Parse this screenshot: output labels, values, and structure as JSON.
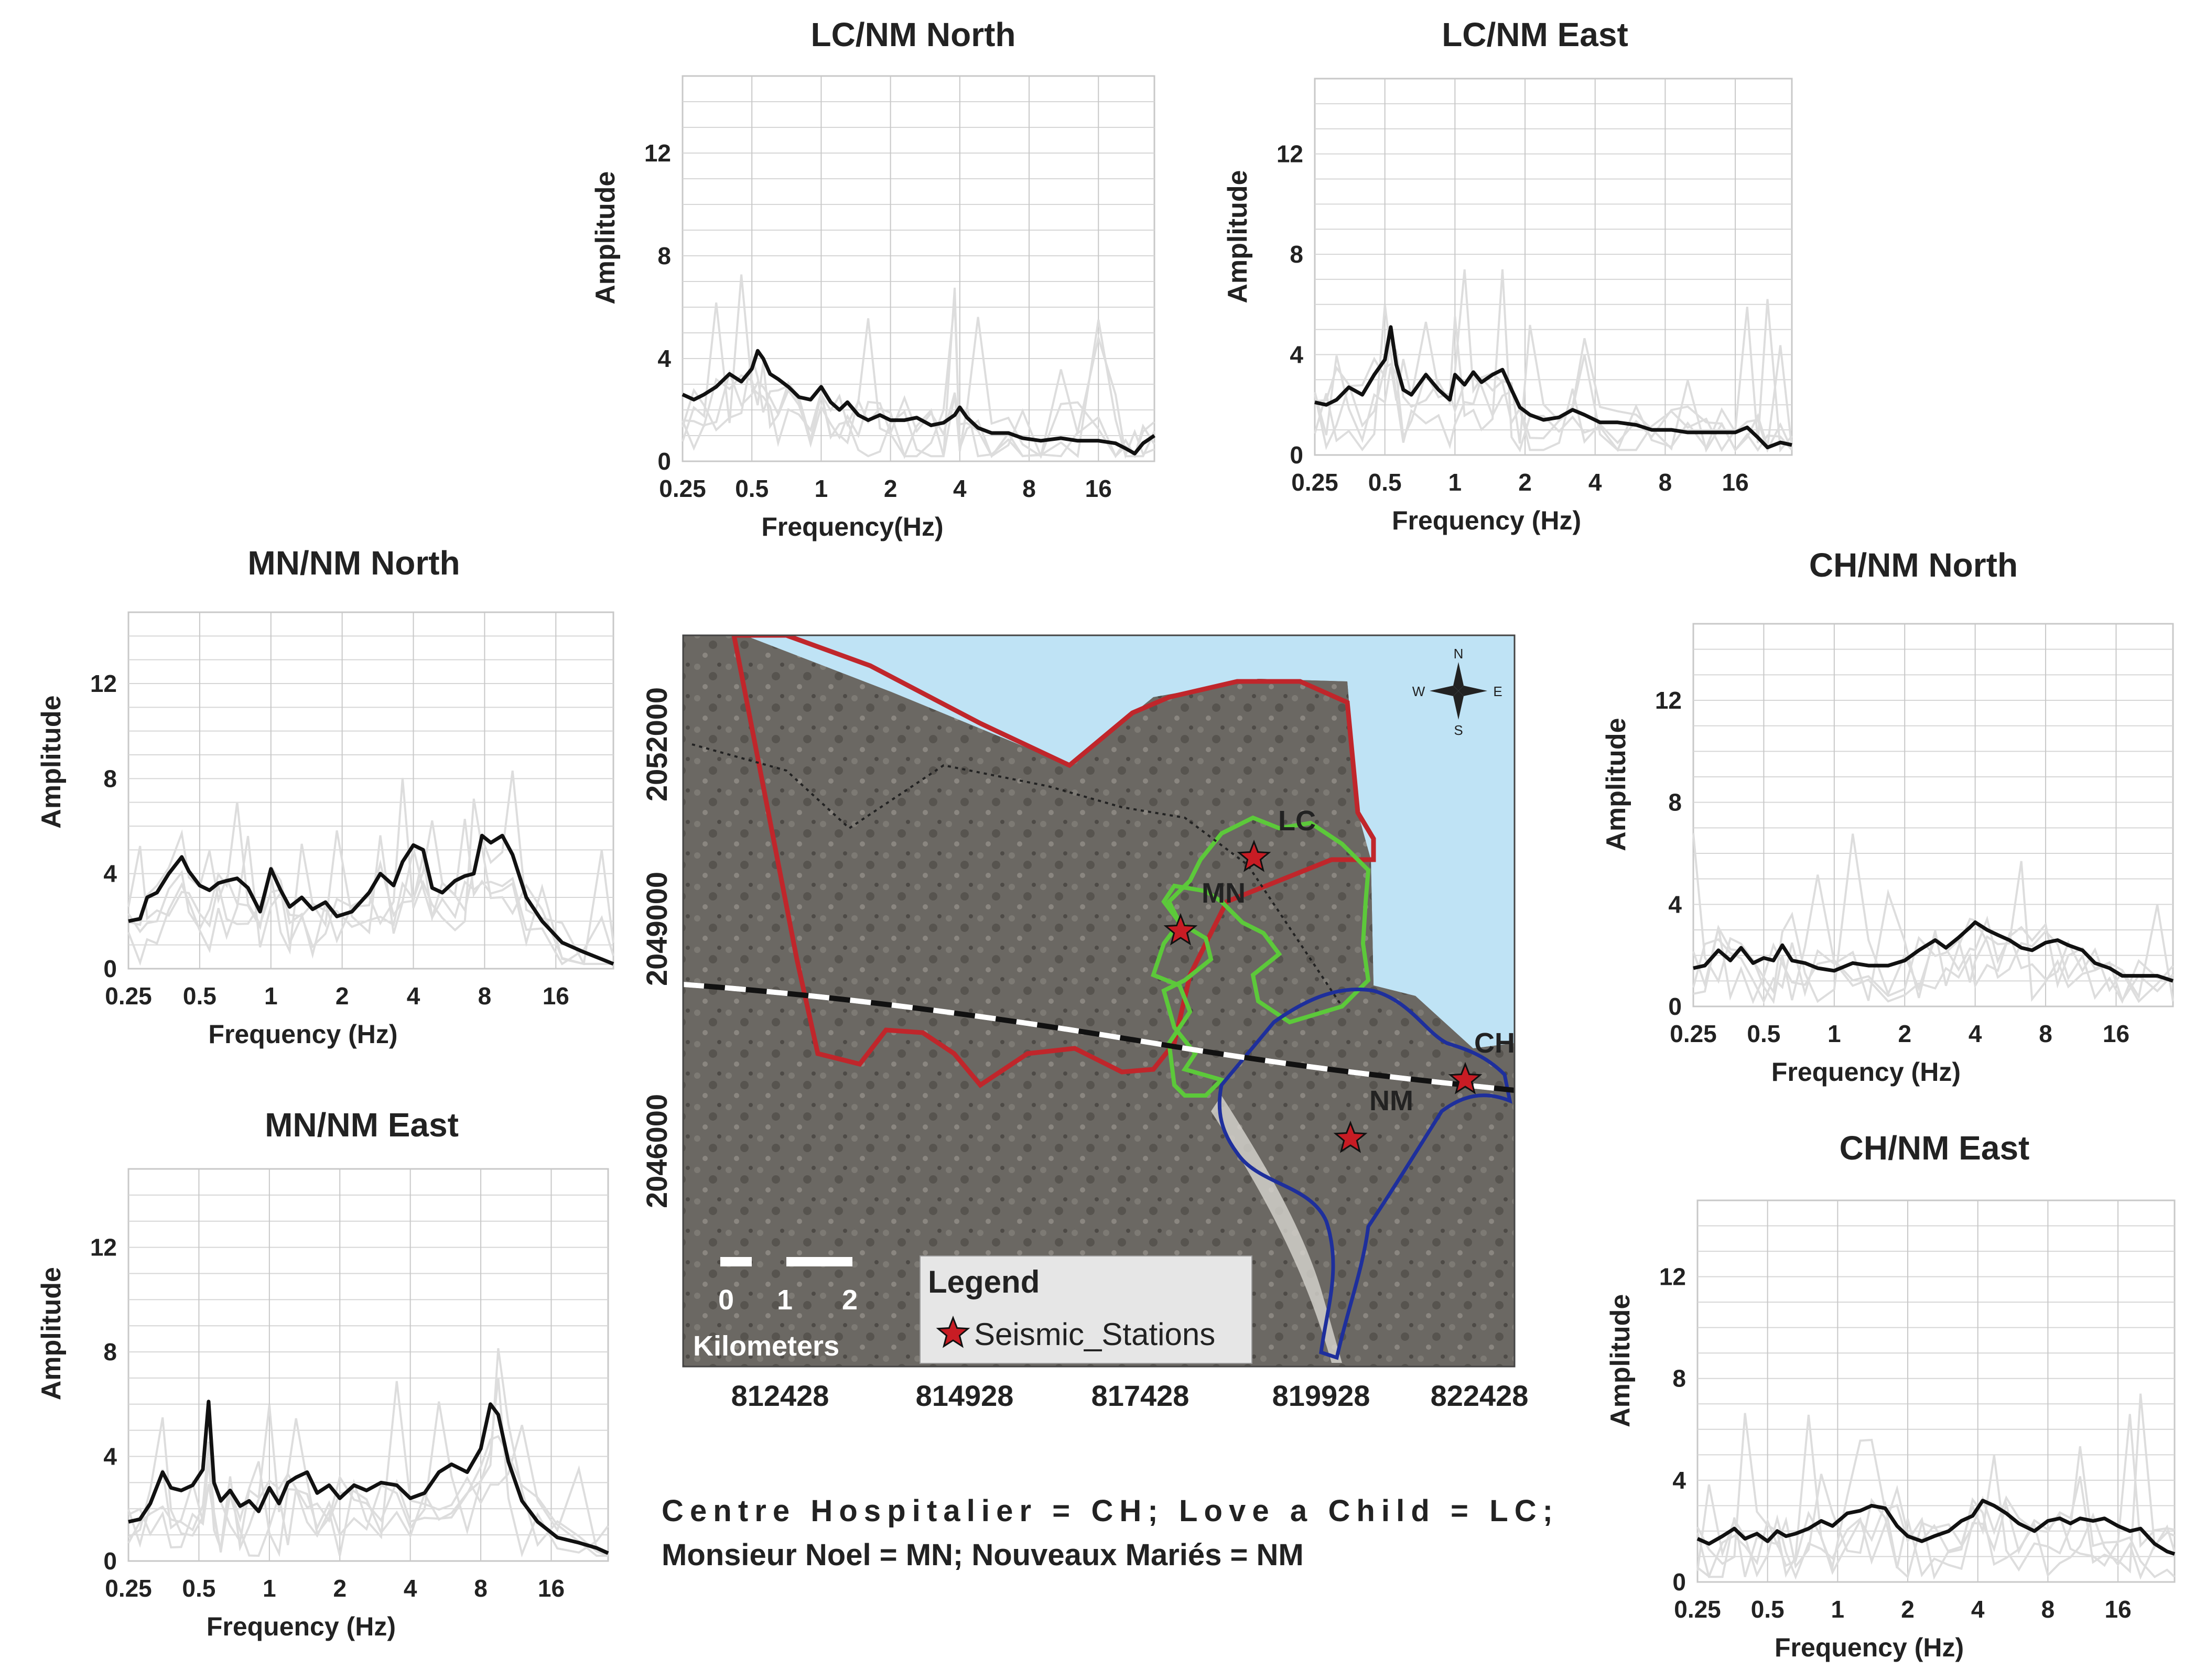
{
  "caption": {
    "line1": "Centre Hospitalier = CH; Love a Child = LC;",
    "line2": "Monsieur Noel = MN; Nouveaux Mariés = NM"
  },
  "map": {
    "x_ticks": [
      "812428",
      "814928",
      "817428",
      "819928",
      "822428"
    ],
    "y_ticks": [
      "2052000",
      "2049000",
      "2046000"
    ],
    "stations": [
      "LC",
      "MN",
      "NM",
      "CH"
    ],
    "compass": {
      "n": "N",
      "s": "S",
      "e": "E",
      "w": "W"
    },
    "scale_ticks": [
      "0",
      "1",
      "2"
    ],
    "scale_unit": "Kilometers",
    "legend_title": "Legend",
    "legend_item": "Seismic_Stations",
    "colors": {
      "sea": "#bfe3f5",
      "terrain": "#6e6b66",
      "city_boundary": "#c0262b",
      "lc_mn_zone": "#5cc93a",
      "nm_zone": "#1e2f9c",
      "station": "#c81c24"
    }
  },
  "chart_data": [
    {
      "id": "lc-north",
      "type": "line",
      "title": "LC/NM North",
      "xlabel": "Frequency(Hz)",
      "ylabel": "Amplitude",
      "x_scale": "log2",
      "xlim": [
        0.25,
        28
      ],
      "ylim": [
        0,
        15
      ],
      "grid": true,
      "x_ticks": [
        "0.25",
        "0.5",
        "1",
        "2",
        "4",
        "8",
        "16"
      ],
      "y_ticks": [
        "0",
        "4",
        "8",
        "12"
      ],
      "x": [
        0.25,
        0.28,
        0.31,
        0.35,
        0.4,
        0.45,
        0.5,
        0.53,
        0.56,
        0.6,
        0.65,
        0.72,
        0.8,
        0.9,
        1.0,
        1.1,
        1.2,
        1.3,
        1.45,
        1.6,
        1.8,
        2.0,
        2.3,
        2.6,
        3.0,
        3.4,
        3.8,
        4.0,
        4.3,
        4.8,
        5.5,
        6.5,
        7.5,
        9,
        11,
        13,
        16,
        19,
        21,
        23,
        25,
        28
      ],
      "y": [
        2.6,
        2.4,
        2.6,
        2.9,
        3.4,
        3.1,
        3.6,
        4.3,
        4.0,
        3.4,
        3.2,
        2.9,
        2.5,
        2.4,
        2.9,
        2.3,
        2.0,
        2.3,
        1.8,
        1.6,
        1.8,
        1.6,
        1.6,
        1.7,
        1.4,
        1.5,
        1.8,
        2.1,
        1.7,
        1.3,
        1.1,
        1.1,
        0.9,
        0.8,
        0.9,
        0.8,
        0.8,
        0.7,
        0.5,
        0.3,
        0.7,
        1.0
      ]
    },
    {
      "id": "lc-east",
      "type": "line",
      "title": "LC/NM East",
      "xlabel": "Frequency (Hz)",
      "ylabel": "Amplitude",
      "x_scale": "log2",
      "xlim": [
        0.25,
        28
      ],
      "ylim": [
        0,
        15
      ],
      "grid": true,
      "x_ticks": [
        "0.25",
        "0.5",
        "1",
        "2",
        "4",
        "8",
        "16"
      ],
      "y_ticks": [
        "0",
        "4",
        "8",
        "12"
      ],
      "x": [
        0.25,
        0.28,
        0.31,
        0.35,
        0.4,
        0.45,
        0.5,
        0.53,
        0.56,
        0.6,
        0.65,
        0.75,
        0.85,
        0.95,
        1.0,
        1.1,
        1.2,
        1.3,
        1.45,
        1.6,
        1.75,
        1.9,
        2.1,
        2.4,
        2.8,
        3.2,
        3.6,
        4.2,
        5.0,
        6.0,
        7.0,
        8.5,
        10,
        12,
        14,
        16,
        18,
        20,
        22,
        25,
        28
      ],
      "y": [
        2.1,
        2.0,
        2.2,
        2.7,
        2.4,
        3.2,
        3.8,
        5.1,
        3.6,
        2.6,
        2.4,
        3.2,
        2.6,
        2.2,
        3.2,
        2.8,
        3.3,
        2.9,
        3.2,
        3.4,
        2.6,
        1.9,
        1.6,
        1.4,
        1.5,
        1.8,
        1.6,
        1.3,
        1.3,
        1.2,
        1.0,
        1.0,
        0.9,
        0.9,
        0.9,
        0.9,
        1.1,
        0.7,
        0.3,
        0.5,
        0.4
      ]
    },
    {
      "id": "mn-north",
      "type": "line",
      "title": "MN/NM North",
      "xlabel": "Frequency (Hz)",
      "ylabel": "Amplitude",
      "x_scale": "log2",
      "xlim": [
        0.25,
        28
      ],
      "ylim": [
        0,
        15
      ],
      "grid": true,
      "x_ticks": [
        "0.25",
        "0.5",
        "1",
        "2",
        "4",
        "8",
        "16"
      ],
      "y_ticks": [
        "0",
        "4",
        "8",
        "12"
      ],
      "x": [
        0.25,
        0.28,
        0.3,
        0.33,
        0.37,
        0.42,
        0.45,
        0.5,
        0.55,
        0.6,
        0.65,
        0.72,
        0.8,
        0.9,
        1.0,
        1.1,
        1.2,
        1.35,
        1.5,
        1.7,
        1.9,
        2.2,
        2.6,
        2.9,
        3.3,
        3.6,
        4.0,
        4.4,
        4.8,
        5.3,
        6.0,
        6.6,
        7.2,
        7.8,
        8.5,
        9.5,
        10.5,
        12,
        14,
        17,
        21,
        25,
        28
      ],
      "y": [
        2.0,
        2.1,
        3.0,
        3.2,
        4.0,
        4.7,
        4.1,
        3.5,
        3.3,
        3.6,
        3.7,
        3.8,
        3.4,
        2.4,
        4.2,
        3.3,
        2.6,
        3.0,
        2.5,
        2.8,
        2.2,
        2.4,
        3.2,
        4.0,
        3.5,
        4.5,
        5.2,
        5.0,
        3.4,
        3.2,
        3.7,
        3.9,
        4.0,
        5.6,
        5.3,
        5.6,
        4.8,
        3.0,
        2.0,
        1.1,
        0.7,
        0.4,
        0.2
      ]
    },
    {
      "id": "mn-east",
      "type": "line",
      "title": "MN/NM East",
      "xlabel": "Frequency (Hz)",
      "ylabel": "Amplitude",
      "x_scale": "log2",
      "xlim": [
        0.25,
        28
      ],
      "ylim": [
        0,
        15
      ],
      "grid": true,
      "x_ticks": [
        "0.25",
        "0.5",
        "1",
        "2",
        "4",
        "8",
        "16"
      ],
      "y_ticks": [
        "0",
        "4",
        "8",
        "12"
      ],
      "x": [
        0.25,
        0.28,
        0.31,
        0.35,
        0.38,
        0.42,
        0.47,
        0.52,
        0.55,
        0.58,
        0.62,
        0.68,
        0.75,
        0.82,
        0.9,
        1.0,
        1.1,
        1.2,
        1.3,
        1.45,
        1.6,
        1.8,
        2.0,
        2.3,
        2.6,
        3.0,
        3.5,
        4.0,
        4.6,
        5.3,
        6.0,
        7.0,
        8.0,
        8.8,
        9.5,
        10.5,
        12,
        14,
        17,
        21,
        25,
        28
      ],
      "y": [
        1.5,
        1.6,
        2.2,
        3.4,
        2.8,
        2.7,
        2.9,
        3.5,
        6.1,
        3.0,
        2.3,
        2.7,
        2.1,
        2.3,
        1.9,
        2.8,
        2.2,
        3.0,
        3.2,
        3.4,
        2.6,
        2.9,
        2.4,
        2.9,
        2.7,
        3.0,
        2.9,
        2.4,
        2.6,
        3.4,
        3.7,
        3.4,
        4.3,
        6.0,
        5.6,
        3.8,
        2.3,
        1.5,
        0.9,
        0.7,
        0.5,
        0.3
      ]
    },
    {
      "id": "ch-north",
      "type": "line",
      "title": "CH/NM North",
      "xlabel": "Frequency (Hz)",
      "ylabel": "Amplitude",
      "x_scale": "log2",
      "xlim": [
        0.25,
        28
      ],
      "ylim": [
        0,
        15
      ],
      "grid": true,
      "x_ticks": [
        "0.25",
        "0.5",
        "1",
        "2",
        "4",
        "8",
        "16"
      ],
      "y_ticks": [
        "0",
        "4",
        "8",
        "12"
      ],
      "x": [
        0.25,
        0.28,
        0.32,
        0.36,
        0.4,
        0.45,
        0.5,
        0.55,
        0.6,
        0.66,
        0.75,
        0.85,
        1.0,
        1.2,
        1.4,
        1.7,
        2.0,
        2.3,
        2.7,
        3.0,
        3.4,
        3.8,
        4.0,
        4.5,
        5.0,
        5.6,
        6.3,
        7.0,
        8.0,
        9.0,
        10,
        11.5,
        13,
        15,
        17,
        20,
        24,
        28
      ],
      "y": [
        1.5,
        1.6,
        2.2,
        1.8,
        2.3,
        1.7,
        1.9,
        1.8,
        2.4,
        1.8,
        1.7,
        1.5,
        1.4,
        1.7,
        1.6,
        1.6,
        1.8,
        2.2,
        2.6,
        2.3,
        2.7,
        3.1,
        3.3,
        3.0,
        2.8,
        2.6,
        2.3,
        2.2,
        2.5,
        2.6,
        2.4,
        2.2,
        1.7,
        1.5,
        1.2,
        1.2,
        1.2,
        1.0
      ]
    },
    {
      "id": "ch-east",
      "type": "line",
      "title": "CH/NM East",
      "xlabel": "Frequency (Hz)",
      "ylabel": "Amplitude",
      "x_scale": "log2",
      "xlim": [
        0.25,
        28
      ],
      "ylim": [
        0,
        15
      ],
      "grid": true,
      "x_ticks": [
        "0.25",
        "0.5",
        "1",
        "2",
        "4",
        "8",
        "16"
      ],
      "y_ticks": [
        "0",
        "4",
        "8",
        "12"
      ],
      "x": [
        0.25,
        0.28,
        0.32,
        0.36,
        0.4,
        0.45,
        0.5,
        0.55,
        0.6,
        0.66,
        0.75,
        0.85,
        0.95,
        1.1,
        1.25,
        1.4,
        1.6,
        1.8,
        2.0,
        2.3,
        2.6,
        3.0,
        3.4,
        3.8,
        4.2,
        4.7,
        5.3,
        6.0,
        7.0,
        8.0,
        9.0,
        10,
        11,
        12.5,
        14,
        16,
        18,
        20,
        23,
        26,
        28
      ],
      "y": [
        1.7,
        1.5,
        1.8,
        2.1,
        1.7,
        1.9,
        1.6,
        2.0,
        1.8,
        1.9,
        2.1,
        2.4,
        2.2,
        2.7,
        2.8,
        3.0,
        2.9,
        2.2,
        1.8,
        1.6,
        1.8,
        2.0,
        2.4,
        2.6,
        3.2,
        3.0,
        2.7,
        2.3,
        2.0,
        2.4,
        2.5,
        2.3,
        2.5,
        2.4,
        2.5,
        2.2,
        2.0,
        2.1,
        1.5,
        1.2,
        1.1
      ]
    }
  ]
}
